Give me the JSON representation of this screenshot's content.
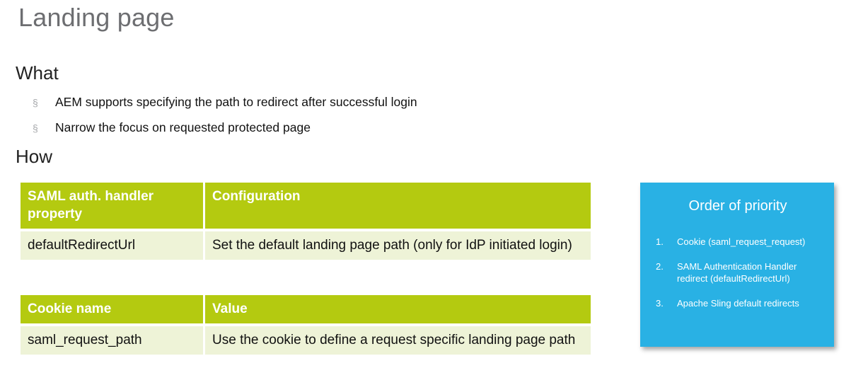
{
  "title": "Landing page",
  "bullet_marker": "§",
  "what": {
    "heading": "What",
    "bullets": [
      "AEM supports specifying the path to redirect after successful login",
      "Narrow the focus on requested protected page"
    ]
  },
  "how": {
    "heading": "How"
  },
  "tables": [
    {
      "headers": [
        "SAML auth. handler property",
        "Configuration"
      ],
      "rows": [
        [
          "defaultRedirectUrl",
          "Set the default landing page path (only for IdP initiated login)"
        ]
      ]
    },
    {
      "headers": [
        "Cookie name",
        "Value"
      ],
      "rows": [
        [
          "saml_request_path",
          "Use the cookie to define a request specific landing page path"
        ]
      ]
    }
  ],
  "priority": {
    "title": "Order of priority",
    "items": [
      {
        "num": "1.",
        "text": "Cookie (saml_request_request)"
      },
      {
        "num": "2.",
        "text": "SAML Authentication Handler redirect (defaultRedirectUrl)"
      },
      {
        "num": "3.",
        "text": "Apache Sling default redirects"
      }
    ]
  },
  "colors": {
    "table_header_bg": "#b4ca10",
    "table_row_bg": "#eef3d7",
    "priority_box_bg": "#29b1e4",
    "title_color": "#6d6e71"
  }
}
